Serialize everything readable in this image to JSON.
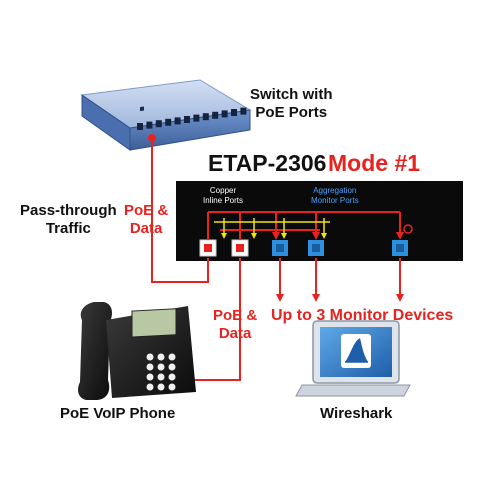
{
  "diagram": {
    "title": {
      "product": "ETAP-2306",
      "mode": "Mode #1"
    },
    "labels": {
      "switch": [
        "Switch with",
        "PoE Ports"
      ],
      "pass_through": [
        "Pass-through",
        "Traffic"
      ],
      "poe_data_top": [
        "PoE &",
        "Data"
      ],
      "poe_data_bottom": [
        "PoE &",
        "Data"
      ],
      "monitor_devices": "Up to 3 Monitor Devices",
      "phone": "PoE VoIP Phone",
      "wireshark": "Wireshark",
      "copper_ports": [
        "Copper",
        "Inline Ports"
      ],
      "aggregation_ports": [
        "Aggregation",
        "Monitor Ports"
      ]
    },
    "colors": {
      "accent_red": "#e8231f",
      "port_blue": "#2d8fe0",
      "arrow_yellow": "#f2e600",
      "device_black": "#111111",
      "switch_blue": "#5b86c4"
    },
    "icons": [
      "switch-icon",
      "tap-device-icon",
      "phone-icon",
      "laptop-icon",
      "wireshark-fin-icon"
    ]
  }
}
